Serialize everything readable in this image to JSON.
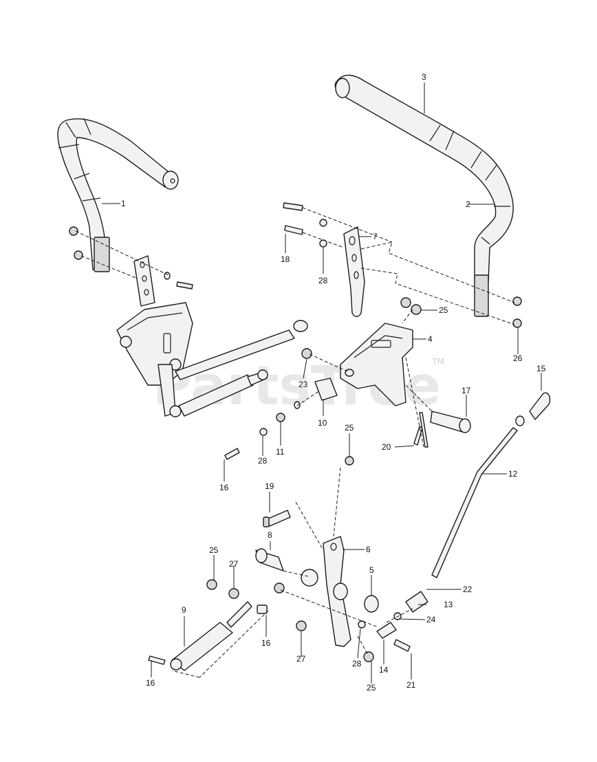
{
  "watermark": {
    "text": "PartsTree",
    "trademark": "TM"
  },
  "callouts": [
    {
      "id": "c1",
      "label": "1"
    },
    {
      "id": "c2",
      "label": "2"
    },
    {
      "id": "c3",
      "label": "3"
    },
    {
      "id": "c4",
      "label": "4"
    },
    {
      "id": "c5",
      "label": "5"
    },
    {
      "id": "c6",
      "label": "6"
    },
    {
      "id": "c7",
      "label": "7"
    },
    {
      "id": "c8",
      "label": "8"
    },
    {
      "id": "c9",
      "label": "9"
    },
    {
      "id": "c10",
      "label": "10"
    },
    {
      "id": "c11",
      "label": "11"
    },
    {
      "id": "c12",
      "label": "12"
    },
    {
      "id": "c13",
      "label": "13"
    },
    {
      "id": "c14",
      "label": "14"
    },
    {
      "id": "c15",
      "label": "15"
    },
    {
      "id": "c16a",
      "label": "16"
    },
    {
      "id": "c16b",
      "label": "16"
    },
    {
      "id": "c16c",
      "label": "16"
    },
    {
      "id": "c17",
      "label": "17"
    },
    {
      "id": "c18",
      "label": "18"
    },
    {
      "id": "c19",
      "label": "19"
    },
    {
      "id": "c20",
      "label": "20"
    },
    {
      "id": "c21",
      "label": "21"
    },
    {
      "id": "c22",
      "label": "22"
    },
    {
      "id": "c23",
      "label": "23"
    },
    {
      "id": "c24",
      "label": "24"
    },
    {
      "id": "c25a",
      "label": "25"
    },
    {
      "id": "c25b",
      "label": "25"
    },
    {
      "id": "c25c",
      "label": "25"
    },
    {
      "id": "c25d",
      "label": "25"
    },
    {
      "id": "c26",
      "label": "26"
    },
    {
      "id": "c27a",
      "label": "27"
    },
    {
      "id": "c27b",
      "label": "27"
    },
    {
      "id": "c28a",
      "label": "28"
    },
    {
      "id": "c28b",
      "label": "28"
    },
    {
      "id": "c28c",
      "label": "28"
    }
  ]
}
